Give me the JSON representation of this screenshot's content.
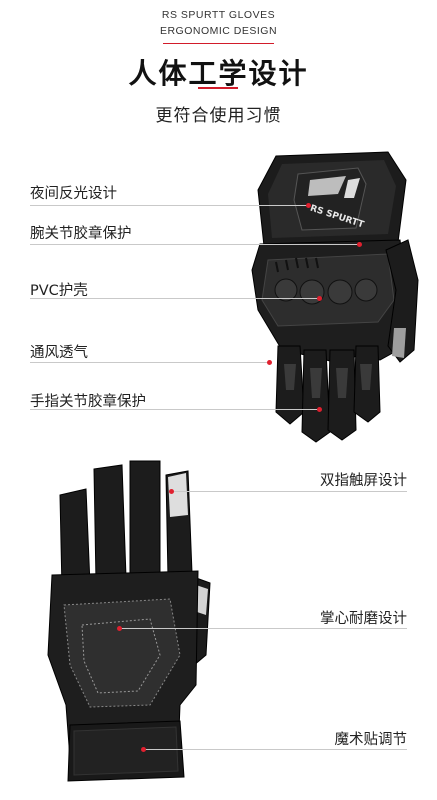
{
  "header": {
    "brand_line1": "RS SPURTT GLOVES",
    "brand_line2": "ERGONOMIC DESIGN",
    "title": "人体工学设计",
    "subtitle": "更符合使用习惯"
  },
  "glove_back": {
    "logo_text": "RS SPURTT"
  },
  "features_left": [
    {
      "label": "夜间反光设计"
    },
    {
      "label": "腕关节胶章保护"
    },
    {
      "label": "PVC护壳"
    },
    {
      "label": "通风透气"
    },
    {
      "label": "手指关节胶章保护"
    }
  ],
  "features_right": [
    {
      "label": "双指触屏设计"
    },
    {
      "label": "掌心耐磨设计"
    },
    {
      "label": "魔术贴调节"
    }
  ],
  "colors": {
    "accent": "#d21b2a",
    "glove": "#1a1a1a",
    "line": "#c9c9c9"
  }
}
